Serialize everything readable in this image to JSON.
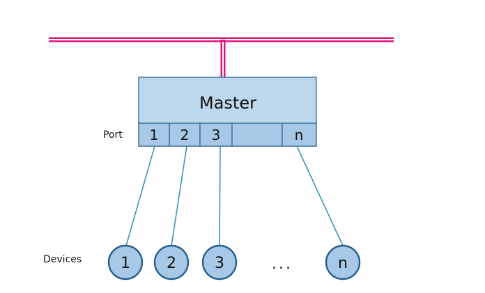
{
  "bus": {
    "color": "#e0137a"
  },
  "master": {
    "label": "Master",
    "fill": "#bcd8ee"
  },
  "labels": {
    "port": "Port",
    "devices": "Devices"
  },
  "ports": [
    {
      "label": "1"
    },
    {
      "label": "2"
    },
    {
      "label": "3"
    },
    {
      "label": ""
    },
    {
      "label": "n"
    }
  ],
  "devices": [
    {
      "label": "1"
    },
    {
      "label": "2"
    },
    {
      "label": "3"
    },
    {
      "label": "n"
    }
  ],
  "ellipsis": "...",
  "colors": {
    "outline": "#245f8b",
    "port_fill": "#a7c8e6",
    "wire": "#3a96b0"
  }
}
